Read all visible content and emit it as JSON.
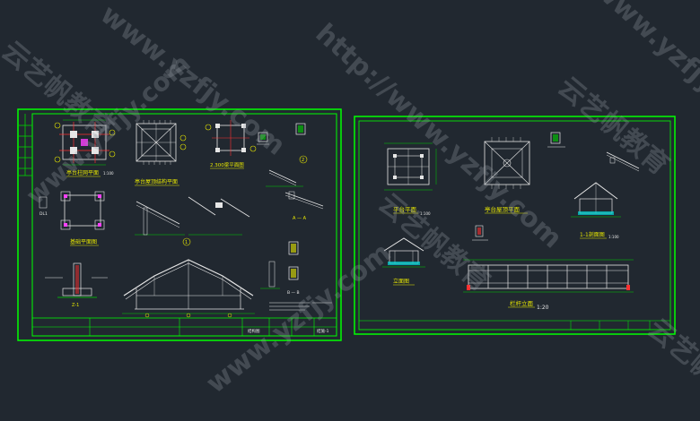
{
  "colors": {
    "background": "#212830",
    "border": "#00ff00",
    "line_white": "#e6e6e6",
    "line_green": "#00d200",
    "line_yellow": "#e8e800",
    "line_red": "#ff3030",
    "line_magenta": "#ff40ff",
    "line_cyan": "#00d8d8"
  },
  "left_sheet": {
    "labels": {
      "plan_a": "亭台柱网平面",
      "plan_a_scale": "1:100",
      "plan_b": "亭台屋顶结构平面",
      "plan_c": "2.300梁平面图",
      "foundation": "基础平面图",
      "section_aa": "A — A",
      "section_bb": "B — B",
      "column_label": "Z-1",
      "detail_label": "DL1",
      "node_2": "2",
      "node_1": "1"
    },
    "title_block": {
      "drawing_title": "结构图",
      "sheet_no": "结施-1"
    }
  },
  "right_sheet": {
    "labels": {
      "plan_platform": "平台平面",
      "plan_platform_scale": "1:100",
      "plan_roof": "亭台屋顶平面",
      "section_11": "1-1剖面图",
      "section_11_scale": "1:100",
      "elevation": "立面图",
      "railing": "栏杆立面",
      "railing_scale": "1:20"
    }
  },
  "watermarks": [
    "http://www.yzfjy.com",
    "云艺帆教育",
    "www.yzfjy.com"
  ]
}
